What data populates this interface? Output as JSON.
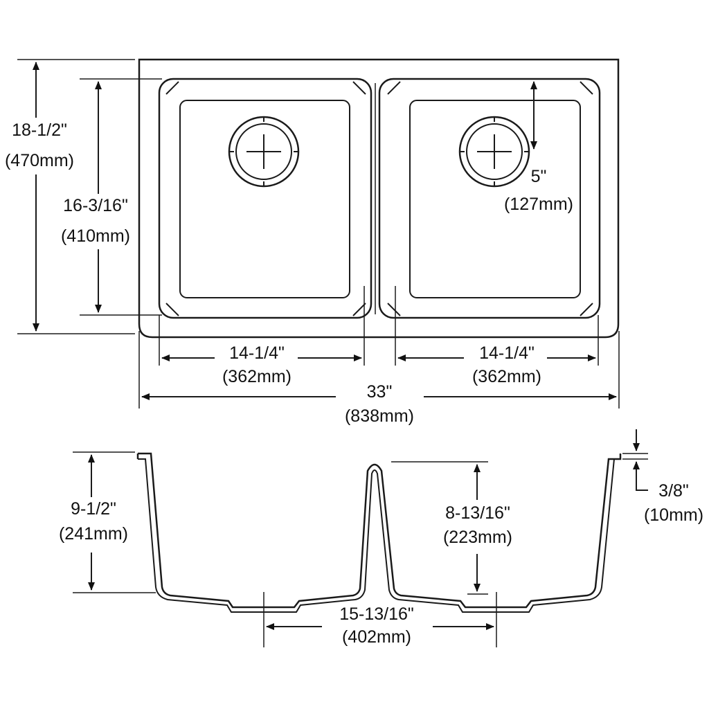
{
  "top_view": {
    "overall_depth": {
      "imperial": "18-1/2\"",
      "metric": "(470mm)"
    },
    "bowl_depth": {
      "imperial": "16-3/16\"",
      "metric": "(410mm)"
    },
    "drain_offset": {
      "imperial": "5\"",
      "metric": "(127mm)"
    },
    "left_bowl_width": {
      "imperial": "14-1/4\"",
      "metric": "(362mm)"
    },
    "right_bowl_width": {
      "imperial": "14-1/4\"",
      "metric": "(362mm)"
    },
    "overall_width": {
      "imperial": "33\"",
      "metric": "(838mm)"
    }
  },
  "side_view": {
    "overall_height": {
      "imperial": "9-1/2\"",
      "metric": "(241mm)"
    },
    "divider_height": {
      "imperial": "8-13/16\"",
      "metric": "(223mm)"
    },
    "rim_thickness": {
      "imperial": "3/8\"",
      "metric": "(10mm)"
    },
    "bottom_span": {
      "imperial": "15-13/16\"",
      "metric": "(402mm)"
    }
  }
}
